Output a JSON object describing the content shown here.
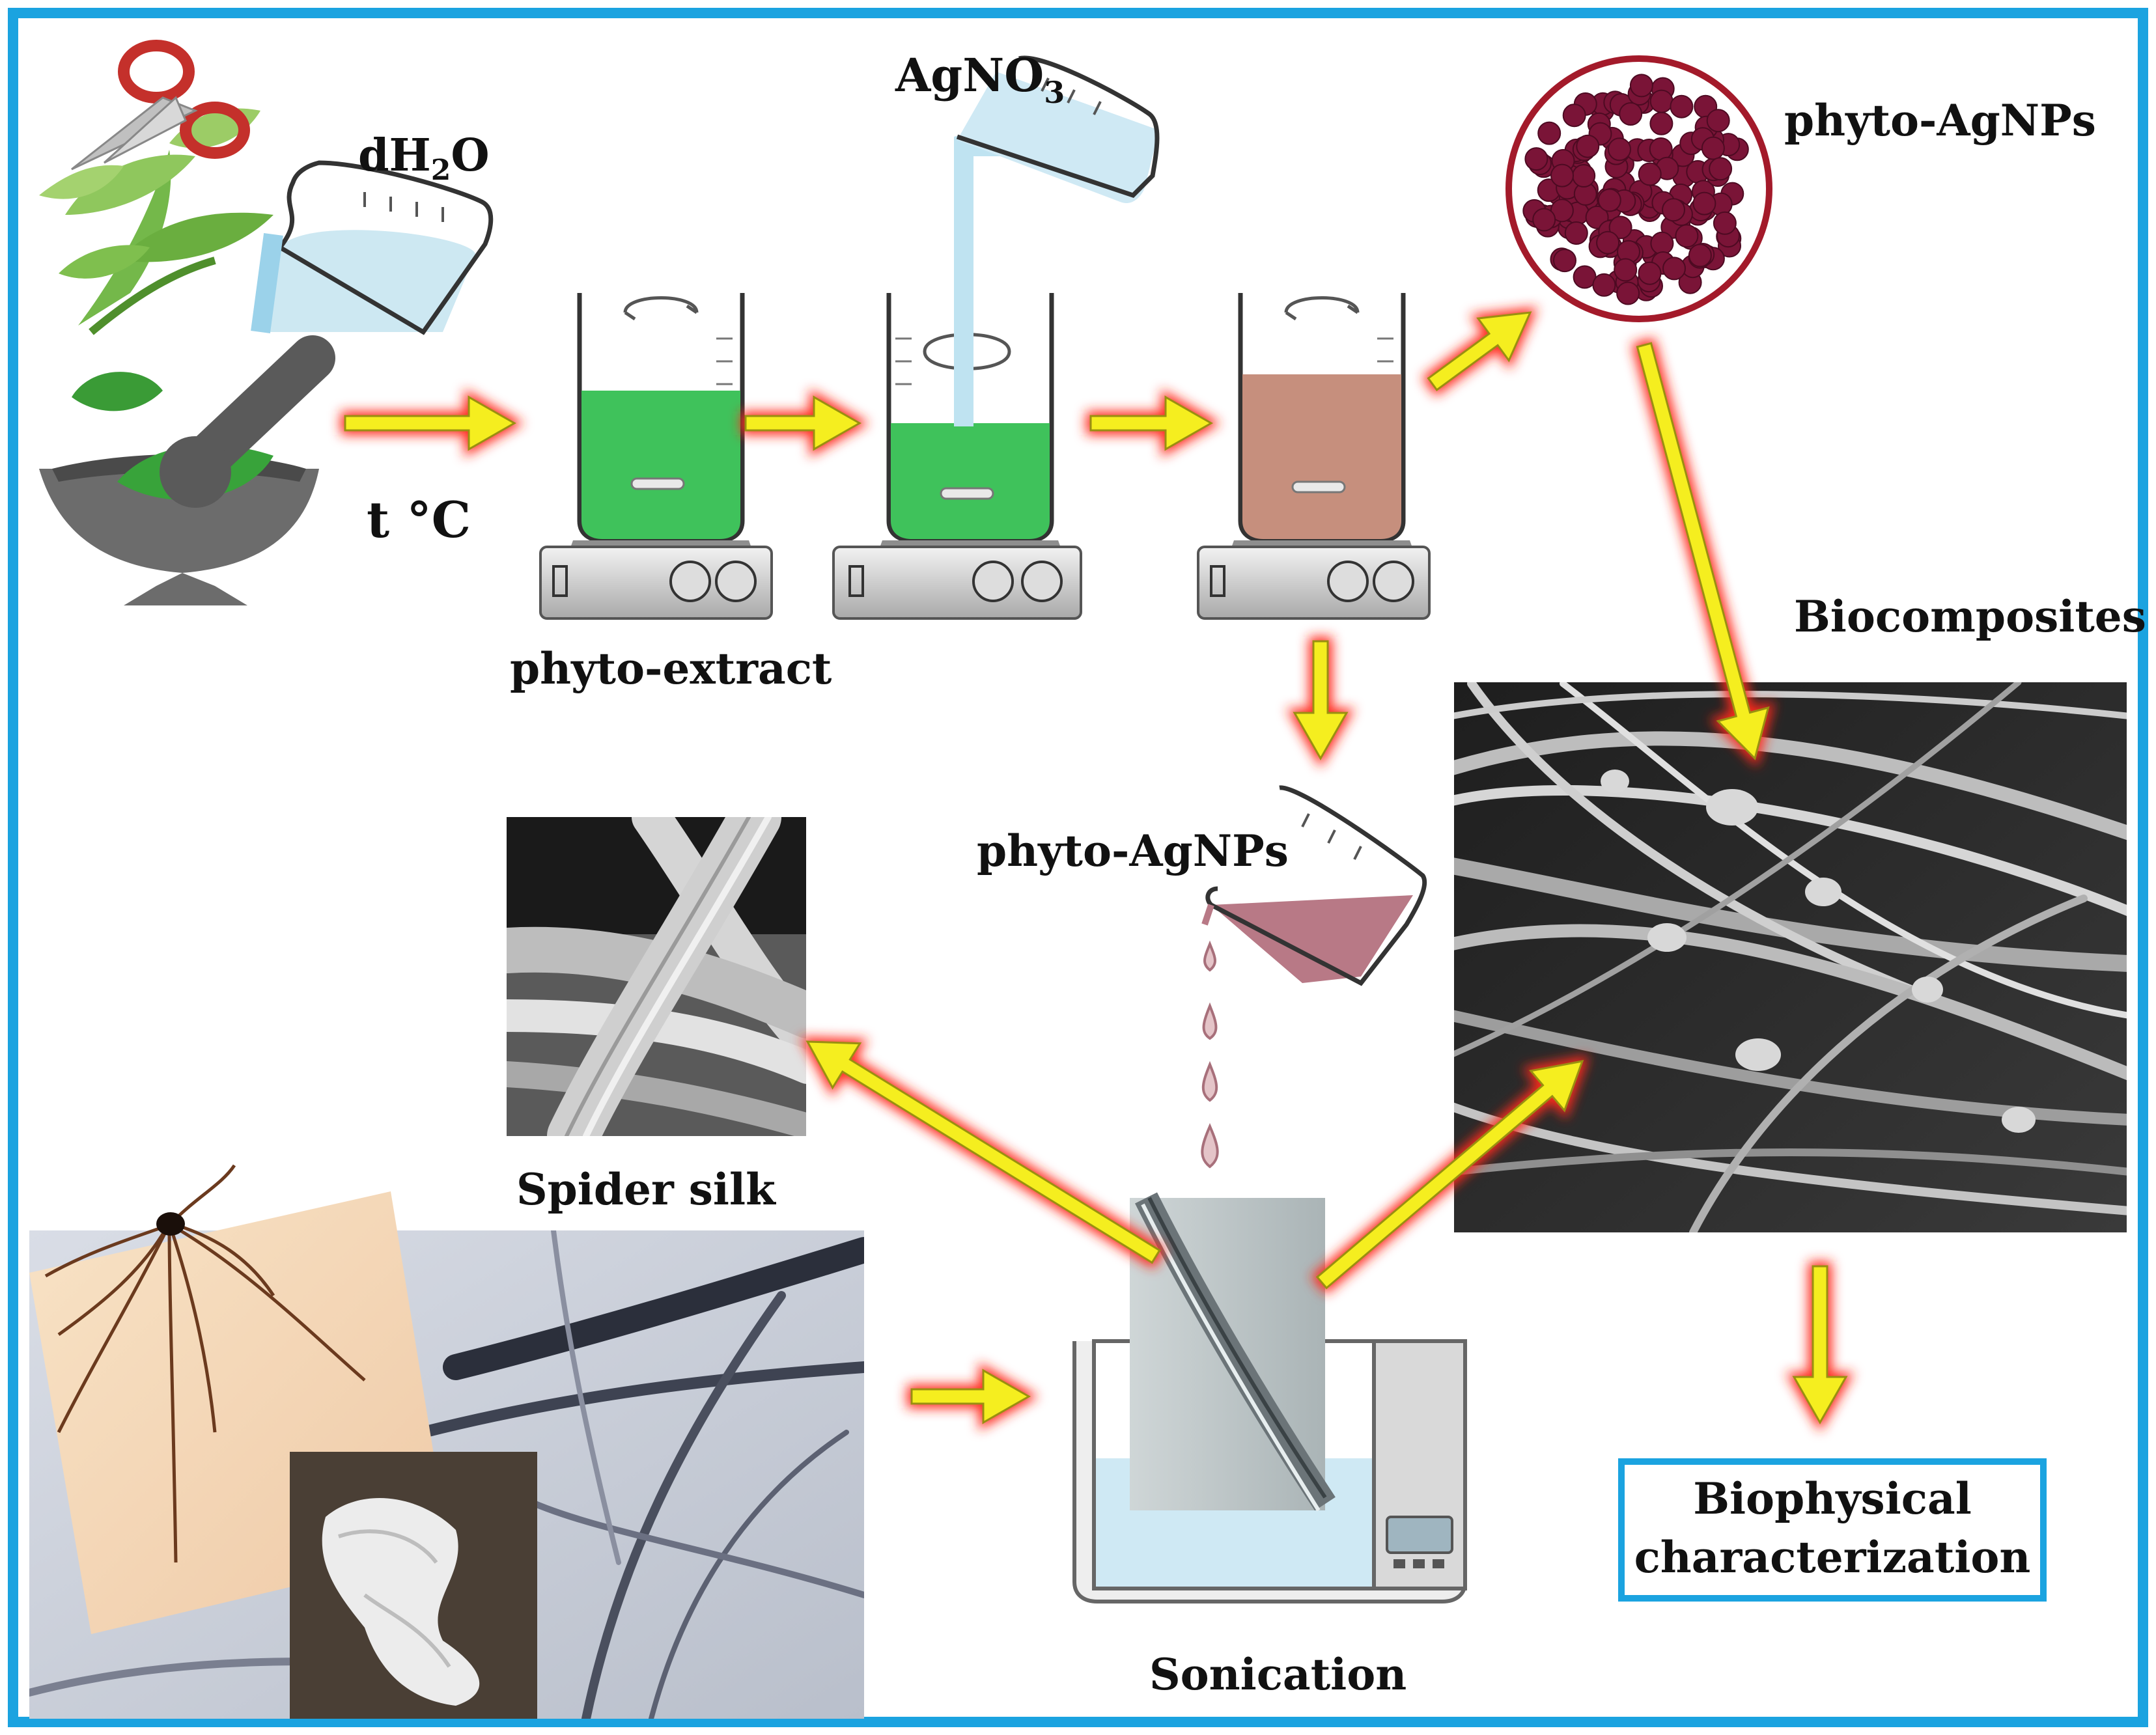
{
  "labels": {
    "dh2o_prefix": "dH",
    "dh2o_sub": "2",
    "dh2o_suffix": "O",
    "temperature": "t °C",
    "agno3_prefix": "AgNO",
    "agno3_sub": "3",
    "phyto_extract": "phyto-extract",
    "phyto_agnps_top": "phyto-AgNPs",
    "phyto_agnps_mid": "phyto-AgNPs",
    "biocomposites": "Biocomposites",
    "spider_silk": "Spider silk",
    "sonication": "Sonication",
    "biophysical_line1": "Biophysical",
    "biophysical_line2": "characterization"
  },
  "colors": {
    "frame": "#1ba3e0",
    "green_liquid": "#3fc25b",
    "brown_liquid": "#c68f7d",
    "nanoparticle": "#7a1437",
    "nanoparticle_ring": "#a31a2a",
    "water": "#cfe9f4",
    "pink_liquid": "#b87986",
    "arrow_fill": "#f5ee1f",
    "arrow_glow": "#ff2a1a"
  }
}
